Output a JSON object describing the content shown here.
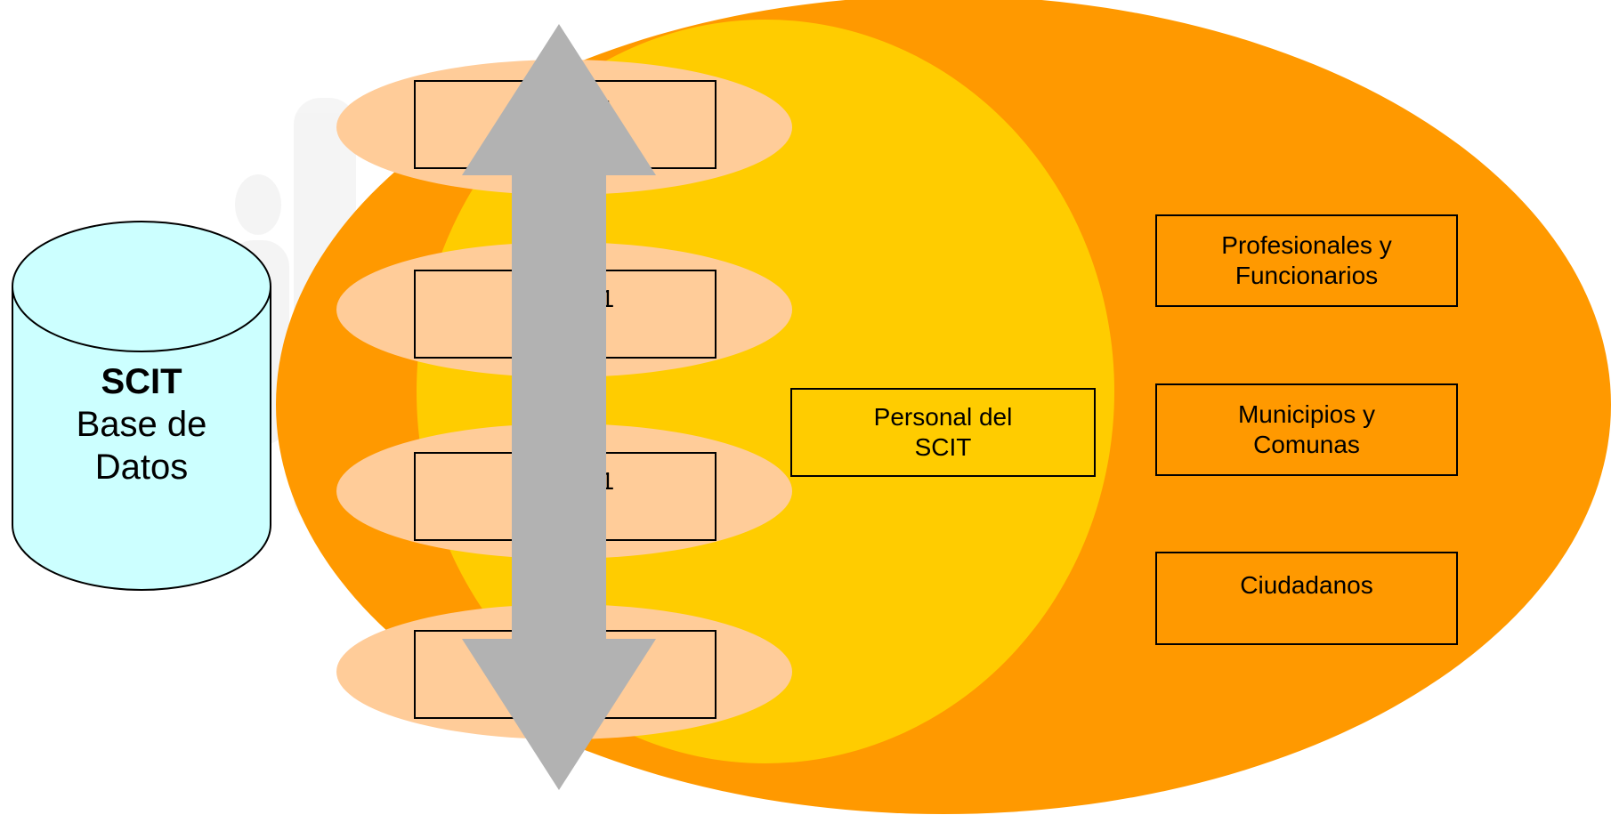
{
  "colors": {
    "outer_ellipse": "#FF9900",
    "inner_ellipse": "#FFCC00",
    "office_ellipse": "#FFCC99",
    "arrow": "#B2B2B2",
    "database_fill": "#CCFFFF",
    "outline": "#000000"
  },
  "database": {
    "icon": "database-cylinder-icon",
    "title": "SCIT",
    "line1": "Base de",
    "line2": "Datos"
  },
  "offices": [
    {
      "line1": "Oficina 1",
      "line2": "SCIT"
    },
    {
      "line1": "Oficina 1",
      "line2": "SCIT"
    },
    {
      "line1": "Oficina 1",
      "line2": "SCIT"
    },
    {
      "line1": "Oficina 1",
      "line2": "SCIT"
    }
  ],
  "arrow": {
    "icon": "double-headed-vertical-arrow-icon"
  },
  "personal": {
    "line1": "Personal del",
    "line2": "SCIT"
  },
  "groups": [
    {
      "line1": "Profesionales y",
      "line2": "Funcionarios"
    },
    {
      "line1": "Municipios y",
      "line2": "Comunas"
    },
    {
      "line1": "Ciudadanos",
      "line2": ""
    }
  ]
}
